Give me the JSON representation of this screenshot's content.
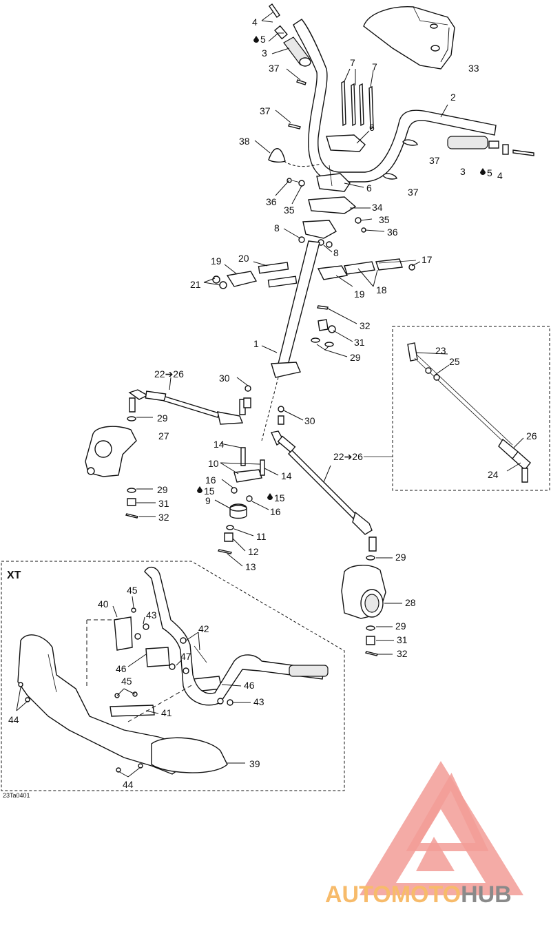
{
  "diagram": {
    "labels": {
      "l2": "2",
      "l3a": "3",
      "l3b": "3",
      "l4a": "4",
      "l4b": "4",
      "l5a": "5",
      "l5b": "5",
      "l6a": "6",
      "l6b": "6",
      "l7a": "7",
      "l7b": "7",
      "l8a": "8",
      "l8b": "8",
      "l33": "33",
      "l37a": "37",
      "l37b": "37",
      "l37c": "37",
      "l37d": "37",
      "l38": "38",
      "l36a": "36",
      "l36b": "36",
      "l35a": "35",
      "l35b": "35",
      "l34": "34",
      "l17": "17",
      "l18": "18",
      "l19a": "19",
      "l19b": "19",
      "l20": "20",
      "l21": "21",
      "l32a": "32",
      "l32b": "32",
      "l32c": "32",
      "l31a": "31",
      "l31b": "31",
      "l31c": "31",
      "l29a": "29",
      "l29b": "29",
      "l29c": "29",
      "l29d": "29",
      "l29e": "29",
      "l1": "1",
      "l30a": "30",
      "l30b": "30",
      "l2226a": "22➔26",
      "l2226b": "22➔26",
      "l27": "27",
      "l28": "28",
      "l14a": "14",
      "l14b": "14",
      "l10": "10",
      "l16a": "16",
      "l16b": "16",
      "l15a": "15",
      "l15b": "15",
      "l9": "9",
      "l11": "11",
      "l12": "12",
      "l13": "13",
      "l23": "23",
      "l24": "24",
      "l25": "25",
      "l26": "26"
    },
    "xt_box": {
      "title": "XT",
      "labels": {
        "l39": "39",
        "l40": "40",
        "l41": "41",
        "l42": "42",
        "l43a": "43",
        "l43b": "43",
        "l44a": "44",
        "l44b": "44",
        "l45a": "45",
        "l45b": "45",
        "l46a": "46",
        "l46b": "46",
        "l47": "47"
      }
    },
    "drawing_code": "23Ta0401"
  },
  "brand": {
    "name_part1": "AUTOMOTO",
    "name_part2": "HUB",
    "colors": {
      "logo": "#f08c86",
      "auto": "#f7bb6b",
      "hub": "#8a8a8a"
    }
  }
}
